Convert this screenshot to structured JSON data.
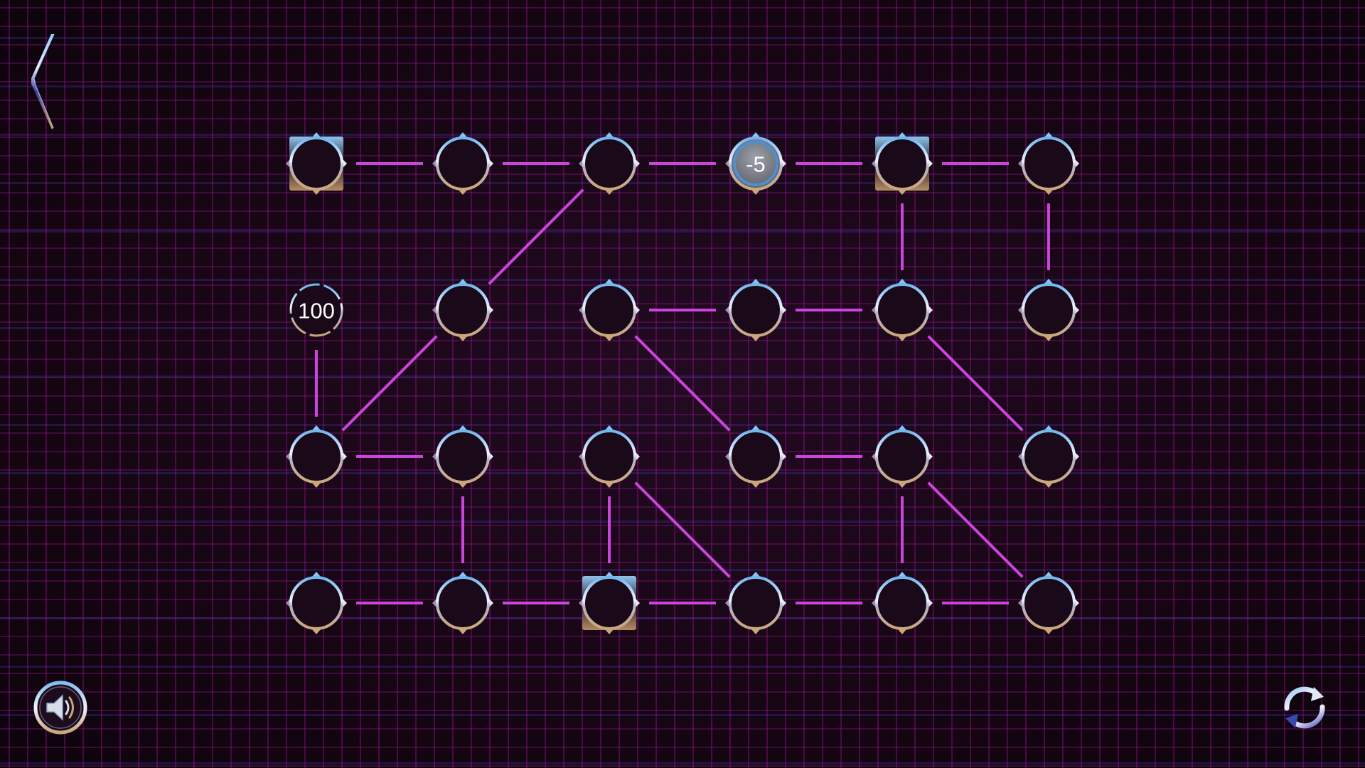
{
  "colors": {
    "edge": "#cc44dd",
    "ring_top": "#6fb6ee",
    "ring_bottom": "#caa77a",
    "active_fill": "#7d8088",
    "background": "#170716"
  },
  "icons": {
    "back": "chevron-left-icon",
    "sound": "speaker-icon",
    "restart": "refresh-icon"
  },
  "game": {
    "rows": 4,
    "cols": 6,
    "nodes": [
      {
        "id": "r1c1",
        "row": 0,
        "col": 0,
        "label": "",
        "style": "square"
      },
      {
        "id": "r1c2",
        "row": 0,
        "col": 1,
        "label": "",
        "style": "ring"
      },
      {
        "id": "r1c3",
        "row": 0,
        "col": 2,
        "label": "",
        "style": "ring"
      },
      {
        "id": "r1c4",
        "row": 0,
        "col": 3,
        "label": "-5",
        "style": "active"
      },
      {
        "id": "r1c5",
        "row": 0,
        "col": 4,
        "label": "",
        "style": "square"
      },
      {
        "id": "r1c6",
        "row": 0,
        "col": 5,
        "label": "",
        "style": "ring"
      },
      {
        "id": "r2c1",
        "row": 1,
        "col": 0,
        "label": "100",
        "style": "score"
      },
      {
        "id": "r2c2",
        "row": 1,
        "col": 1,
        "label": "",
        "style": "ring"
      },
      {
        "id": "r2c3",
        "row": 1,
        "col": 2,
        "label": "",
        "style": "ring"
      },
      {
        "id": "r2c4",
        "row": 1,
        "col": 3,
        "label": "",
        "style": "ring"
      },
      {
        "id": "r2c5",
        "row": 1,
        "col": 4,
        "label": "",
        "style": "ring"
      },
      {
        "id": "r2c6",
        "row": 1,
        "col": 5,
        "label": "",
        "style": "ring"
      },
      {
        "id": "r3c1",
        "row": 2,
        "col": 0,
        "label": "",
        "style": "ring"
      },
      {
        "id": "r3c2",
        "row": 2,
        "col": 1,
        "label": "",
        "style": "ring"
      },
      {
        "id": "r3c3",
        "row": 2,
        "col": 2,
        "label": "",
        "style": "ring"
      },
      {
        "id": "r3c4",
        "row": 2,
        "col": 3,
        "label": "",
        "style": "ring"
      },
      {
        "id": "r3c5",
        "row": 2,
        "col": 4,
        "label": "",
        "style": "ring"
      },
      {
        "id": "r3c6",
        "row": 2,
        "col": 5,
        "label": "",
        "style": "ring"
      },
      {
        "id": "r4c1",
        "row": 3,
        "col": 0,
        "label": "",
        "style": "ring"
      },
      {
        "id": "r4c2",
        "row": 3,
        "col": 1,
        "label": "",
        "style": "ring"
      },
      {
        "id": "r4c3",
        "row": 3,
        "col": 2,
        "label": "",
        "style": "square"
      },
      {
        "id": "r4c4",
        "row": 3,
        "col": 3,
        "label": "",
        "style": "ring"
      },
      {
        "id": "r4c5",
        "row": 3,
        "col": 4,
        "label": "",
        "style": "ring"
      },
      {
        "id": "r4c6",
        "row": 3,
        "col": 5,
        "label": "",
        "style": "ring"
      }
    ],
    "edges": [
      [
        "r1c1",
        "r1c2"
      ],
      [
        "r1c2",
        "r1c3"
      ],
      [
        "r1c3",
        "r1c4"
      ],
      [
        "r1c4",
        "r1c5"
      ],
      [
        "r1c5",
        "r1c6"
      ],
      [
        "r1c3",
        "r2c2"
      ],
      [
        "r1c5",
        "r2c5"
      ],
      [
        "r1c6",
        "r2c6"
      ],
      [
        "r2c3",
        "r2c4"
      ],
      [
        "r2c4",
        "r2c5"
      ],
      [
        "r2c1",
        "r3c1"
      ],
      [
        "r2c2",
        "r3c1"
      ],
      [
        "r2c3",
        "r3c4"
      ],
      [
        "r2c5",
        "r3c6"
      ],
      [
        "r3c1",
        "r3c2"
      ],
      [
        "r3c4",
        "r3c5"
      ],
      [
        "r3c2",
        "r4c2"
      ],
      [
        "r3c3",
        "r4c3"
      ],
      [
        "r3c3",
        "r4c4"
      ],
      [
        "r3c5",
        "r4c5"
      ],
      [
        "r3c5",
        "r4c6"
      ],
      [
        "r4c1",
        "r4c2"
      ],
      [
        "r4c2",
        "r4c3"
      ],
      [
        "r4c3",
        "r4c4"
      ],
      [
        "r4c4",
        "r4c5"
      ],
      [
        "r4c5",
        "r4c6"
      ]
    ]
  }
}
